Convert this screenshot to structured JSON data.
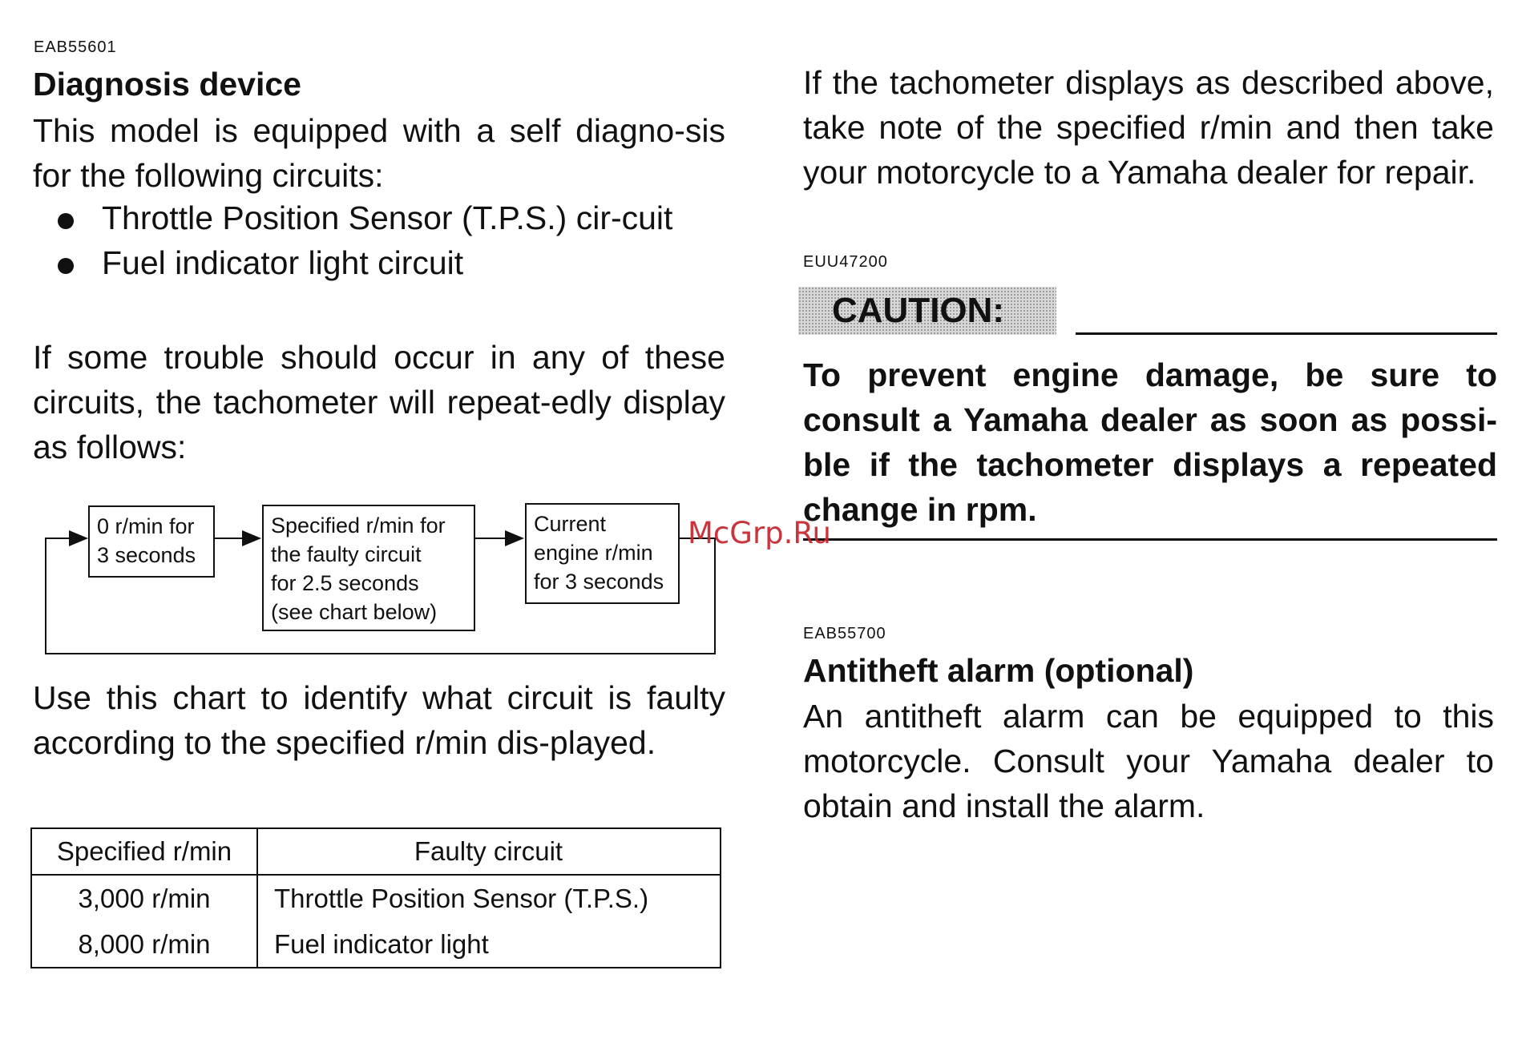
{
  "left": {
    "code1": "EAB55601",
    "heading1": "Diagnosis device",
    "intro": "This model is equipped with a self diagno-sis for the following circuits:",
    "bullets": [
      "Throttle Position Sensor (T.P.S.) cir-cuit",
      "Fuel indicator light circuit"
    ],
    "trouble": "If some trouble should occur in any of these circuits, the tachometer will repeat-edly display as follows:",
    "flow": {
      "box1": "0 r/min for\n3 seconds",
      "box2": "Specified r/min for\nthe faulty circuit\nfor 2.5 seconds\n(see chart below)",
      "box3": "Current\nengine r/min\nfor 3 seconds"
    },
    "chart_intro": "Use this chart to identify what circuit is faulty according to the specified r/min dis-played.",
    "table": {
      "headers": [
        "Specified r/min",
        "Faulty circuit"
      ],
      "rows": [
        [
          "3,000 r/min",
          "Throttle Position Sensor (T.P.S.)"
        ],
        [
          "8,000 r/min",
          "Fuel indicator light"
        ]
      ]
    }
  },
  "right": {
    "note": "If the tachometer displays as described above, take note of the specified r/min and then take your motorcycle to a Yamaha dealer for repair.",
    "code2": "EUU47200",
    "caution_label": "CAUTION:",
    "caution_text": "To prevent engine damage, be sure to consult a Yamaha dealer as soon as possi-ble if the tachometer displays a repeated change in rpm.",
    "code3": "EAB55700",
    "heading2": "Antitheft alarm (optional)",
    "alarm_text": "An antitheft alarm can be equipped to this motorcycle. Consult your Yamaha dealer to obtain and install the alarm."
  },
  "watermark": "McGrp.Ru",
  "colors": {
    "text": "#111111",
    "watermark": "#c8232c",
    "caution_bg": "#d8d8d8"
  }
}
